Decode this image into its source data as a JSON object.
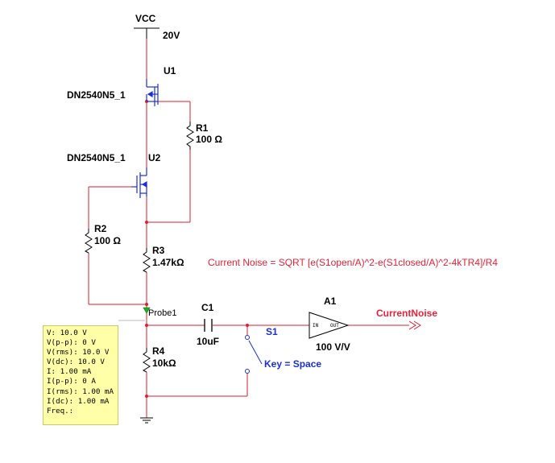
{
  "schematic": {
    "vcc": {
      "label": "VCC",
      "value": "20V"
    },
    "u1": {
      "ref": "U1",
      "model": "DN2540N5_1"
    },
    "u2": {
      "ref": "U2",
      "model": "DN2540N5_1"
    },
    "r1": {
      "ref": "R1",
      "value": "100 Ω"
    },
    "r2": {
      "ref": "R2",
      "value": "100 Ω"
    },
    "r3": {
      "ref": "R3",
      "value": "1.47kΩ"
    },
    "r4": {
      "ref": "R4",
      "value": "10kΩ"
    },
    "c1": {
      "ref": "C1",
      "value": "10uF"
    },
    "s1": {
      "ref": "S1",
      "key": "Key = Space"
    },
    "a1": {
      "ref": "A1",
      "gain": "100 V/V",
      "in_pin": "IN",
      "out_pin": "OUT"
    },
    "output_label": "CurrentNoise",
    "formula": "Current Noise = SQRT [e(S1open/A)^2-e(S1closed/A)^2-4kTR4]/R4",
    "probe": {
      "name": "Probe1",
      "readings": [
        "V: 10.0 V",
        "V(p-p): 0 V",
        "V(rms): 10.0 V",
        "V(dc): 10.0 V",
        "I: 1.00 mA",
        "I(p-p): 0 A",
        "I(rms): 1.00 mA",
        "I(dc): 1.00 mA",
        "Freq.:"
      ]
    }
  },
  "colors": {
    "wire": "#d8202e",
    "component": "#1a2fd6",
    "net_label": "#e8223a",
    "probe_bg": "#ffffa8"
  }
}
